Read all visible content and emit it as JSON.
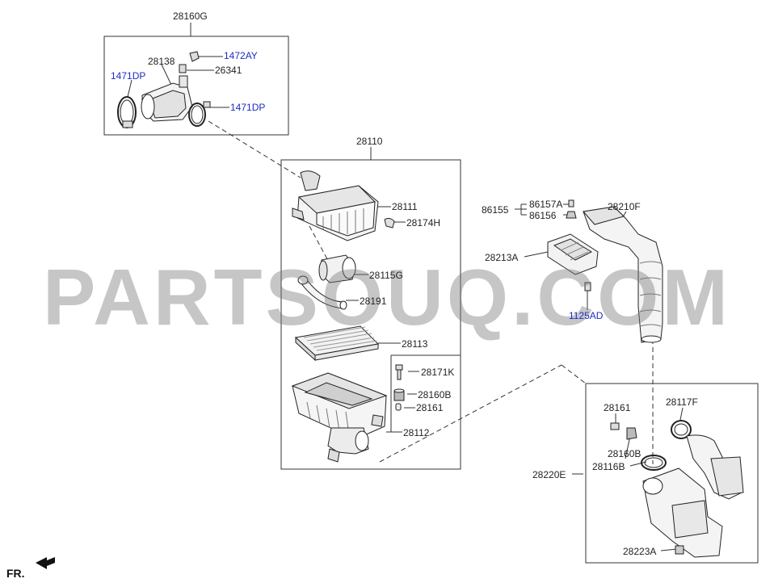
{
  "watermark": "PARTSOUQ.COM",
  "orientation": {
    "label": "FR.",
    "icon": "front-arrow-icon"
  },
  "colors": {
    "callout": "#1f2bc4",
    "line": "#333333",
    "watermark": "#7a7a7a"
  },
  "callouts": {
    "c28160G": "28160G",
    "c1472AY": "1472AY",
    "c28138": "28138",
    "c26341": "26341",
    "c1471DP_l": "1471DP",
    "c1471DP_r": "1471DP",
    "c28110": "28110",
    "c28111": "28111",
    "c28174H": "28174H",
    "c28115G": "28115G",
    "c28191": "28191",
    "c28113": "28113",
    "c28171K": "28171K",
    "c28160B_a": "28160B",
    "c28161_a": "28161",
    "c28112": "28112",
    "c86155": "86155",
    "c86157A": "86157A",
    "c86156": "86156",
    "c28210F": "28210F",
    "c28213A": "28213A",
    "c1125AD": "1125AD",
    "c28161_b": "28161",
    "c28117F": "28117F",
    "c28160B_b": "28160B",
    "c28116B": "28116B",
    "c28220E": "28220E",
    "c28223A": "28223A"
  }
}
